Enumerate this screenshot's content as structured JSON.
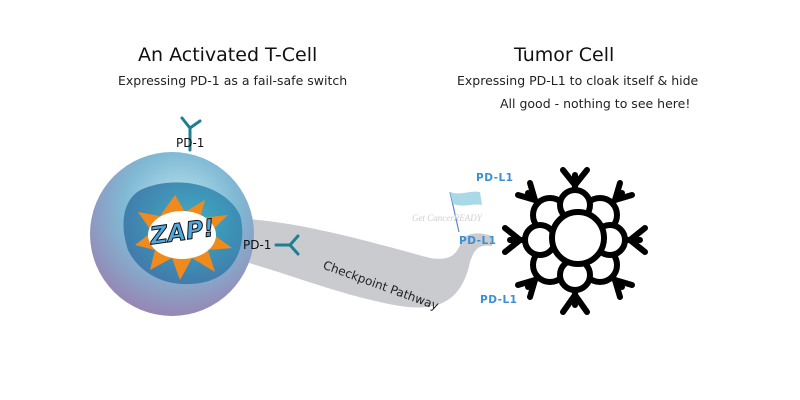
{
  "tcell": {
    "title": "An Activated T-Cell",
    "subtitle": "Expressing PD-1 as a fail-safe switch",
    "receptor_label_top": "PD-1",
    "receptor_label_right": "PD-1",
    "zap_text": "ZAP!"
  },
  "tumor": {
    "title": "Tumor Cell",
    "subtitle": "Expressing PD-L1 to cloak itself & hide",
    "speech": "All good - nothing to see here!",
    "ligand_labels": [
      "PD-L1",
      "PD-L1",
      "PD-L1"
    ]
  },
  "pathway": {
    "label": "Checkpoint Pathway"
  },
  "watermark": "Get CancerREADY",
  "colors": {
    "receptor": "#1f7f92",
    "pathway": "#c9cbce",
    "ligand_text": "#3b8fd4",
    "flag": "#a9d8e6"
  }
}
